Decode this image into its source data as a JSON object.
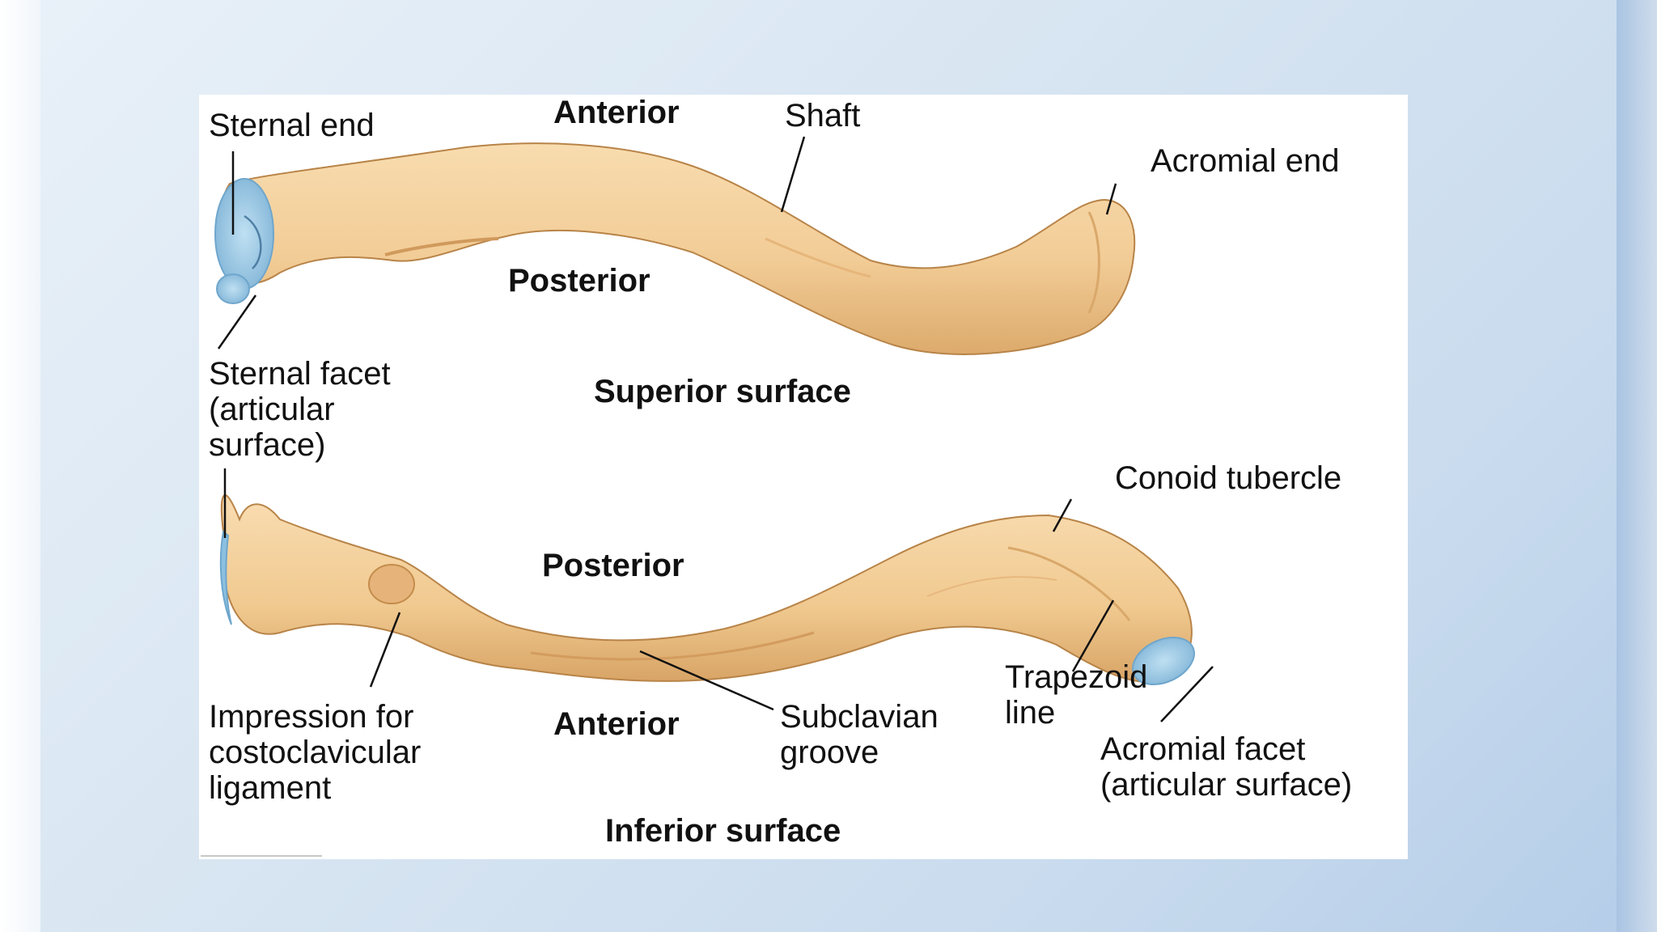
{
  "diagram": {
    "superior": {
      "surface_title": "Superior surface",
      "anterior": "Anterior",
      "posterior": "Posterior",
      "sternal_end": "Sternal end",
      "shaft": "Shaft",
      "acromial_end": "Acromial end",
      "sternal_facet": "Sternal facet\n(articular\nsurface)"
    },
    "inferior": {
      "surface_title": "Inferior surface",
      "posterior": "Posterior",
      "anterior": "Anterior",
      "conoid_tubercle": "Conoid tubercle",
      "trapezoid_line": "Trapezoid\nline",
      "acromial_facet": "Acromial facet\n(articular surface)",
      "subclavian_groove": "Subclavian\ngroove",
      "costoclavicular": "Impression for\ncostoclavicular\nligament"
    },
    "colors": {
      "bone": "#f2cc96",
      "bone_shadow": "#d9a567",
      "facet": "#9fc9e3",
      "background": "#d9e6f2"
    }
  }
}
